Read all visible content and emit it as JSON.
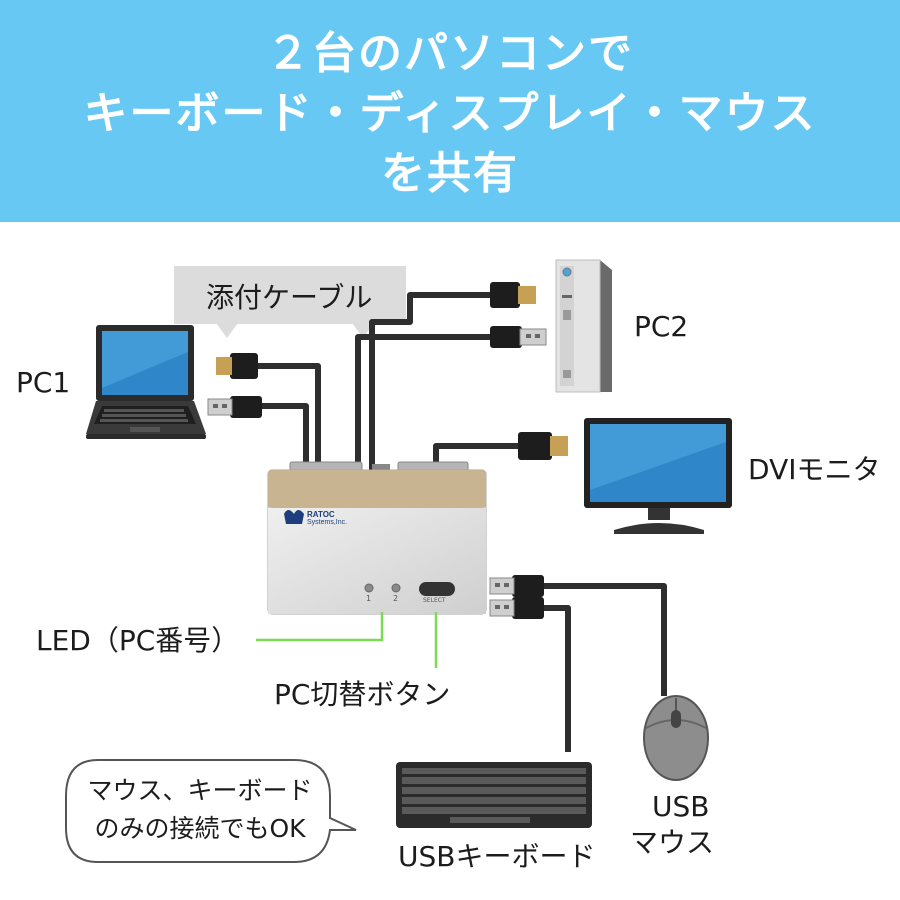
{
  "banner": {
    "line1": "２台のパソコンで",
    "line2": "キーボード・ディスプレイ・マウス",
    "line3": "を共有",
    "background_color": "#66c8f3"
  },
  "callout": {
    "label": "添付ケーブル"
  },
  "devices": {
    "pc1": "PC1",
    "pc2": "PC2",
    "monitor": "DVIモニタ",
    "keyboard": "USBキーボード",
    "mouse_line1": "USB",
    "mouse_line2": "マウス"
  },
  "switch": {
    "brand_line1": "RATOC",
    "brand_line2": "Systems,Inc.",
    "led1": "1",
    "led2": "2",
    "select_label": "SELECT"
  },
  "annotations": {
    "led": "LED（PC番号）",
    "switch_button": "PC切替ボタン",
    "accent_color": "#7ed957"
  },
  "bubble": {
    "line1": "マウス、キーボード",
    "line2": "のみの接続でもOK"
  }
}
